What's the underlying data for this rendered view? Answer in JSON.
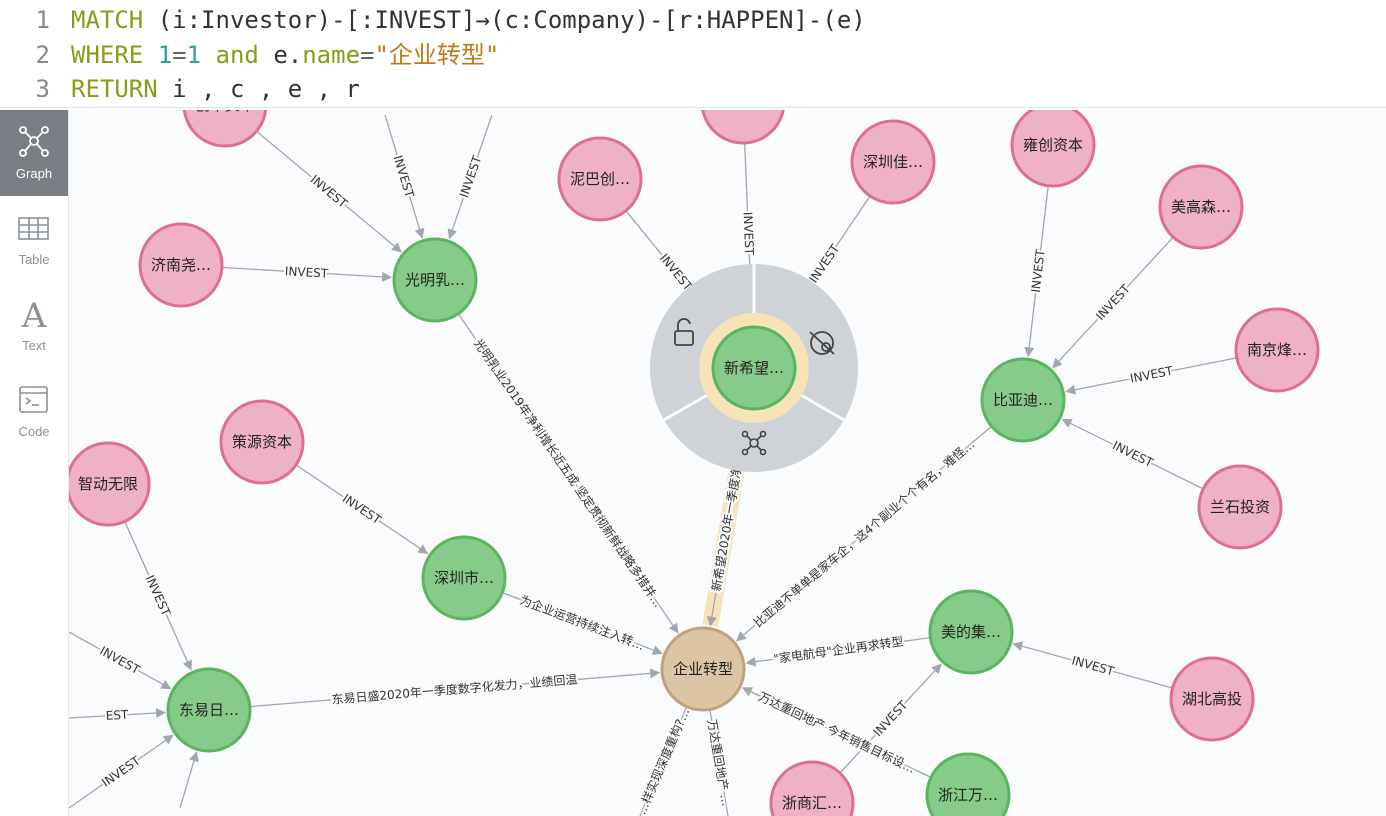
{
  "editor": {
    "lines": [
      {
        "num": "1",
        "tokens": [
          {
            "t": "MATCH",
            "c": "kw"
          },
          {
            "t": " (i:Investor)-[:INVEST]→(c:Company)-[r:HAPPEN]-(e)",
            "c": "txt"
          }
        ]
      },
      {
        "num": "2",
        "tokens": [
          {
            "t": "WHERE",
            "c": "kw"
          },
          {
            "t": " ",
            "c": "txt"
          },
          {
            "t": "1",
            "c": "num"
          },
          {
            "t": "=",
            "c": "eq"
          },
          {
            "t": "1",
            "c": "num"
          },
          {
            "t": " ",
            "c": "txt"
          },
          {
            "t": "and",
            "c": "kw"
          },
          {
            "t": " e.",
            "c": "txt"
          },
          {
            "t": "name",
            "c": "kw"
          },
          {
            "t": "=",
            "c": "eq"
          },
          {
            "t": "\"企业转型\"",
            "c": "str"
          }
        ]
      },
      {
        "num": "3",
        "tokens": [
          {
            "t": "RETURN",
            "c": "kw"
          },
          {
            "t": " i , c , e , r",
            "c": "txt"
          }
        ]
      }
    ]
  },
  "sidebar": {
    "items": [
      {
        "label": "Graph",
        "icon": "graph-icon",
        "active": true
      },
      {
        "label": "Table",
        "icon": "table-icon",
        "active": false
      },
      {
        "label": "Text",
        "icon": "text-icon",
        "active": false
      },
      {
        "label": "Code",
        "icon": "code-icon",
        "active": false
      }
    ]
  },
  "colors": {
    "investor_fill": "#eeb1c7",
    "investor_stroke": "#de6e93",
    "company_fill": "#87cb8a",
    "company_stroke": "#5ab55e",
    "event_fill": "#dcc5a5",
    "event_stroke": "#bfa27c",
    "edge": "#a2a7ad",
    "ring": "#cfd2d6",
    "halo": "#f7e3b8"
  },
  "graph": {
    "nodes": [
      {
        "id": "chuangzi",
        "label": "创丰资本",
        "type": "investor"
      },
      {
        "id": "topmid",
        "label": "",
        "type": "investor"
      },
      {
        "id": "jinan",
        "label": "济南尧…",
        "type": "investor"
      },
      {
        "id": "niba",
        "label": "泥巴创…",
        "type": "investor"
      },
      {
        "id": "szjia",
        "label": "深圳佳…",
        "type": "investor"
      },
      {
        "id": "yongchuang",
        "label": "雍创资本",
        "type": "investor"
      },
      {
        "id": "meigao",
        "label": "美高森…",
        "type": "investor"
      },
      {
        "id": "nanjing",
        "label": "南京烽…",
        "type": "investor"
      },
      {
        "id": "lanshi",
        "label": "兰石投资",
        "type": "investor"
      },
      {
        "id": "ceyuan",
        "label": "策源资本",
        "type": "investor"
      },
      {
        "id": "zhidong",
        "label": "智动无限",
        "type": "investor"
      },
      {
        "id": "hubei",
        "label": "湖北高投",
        "type": "investor"
      },
      {
        "id": "zheshang",
        "label": "浙商汇…",
        "type": "investor"
      },
      {
        "id": "guangming",
        "label": "光明乳…",
        "type": "company"
      },
      {
        "id": "xinxiwang",
        "label": "新希望…",
        "type": "company"
      },
      {
        "id": "biyadi",
        "label": "比亚迪…",
        "type": "company"
      },
      {
        "id": "szshi",
        "label": "深圳市…",
        "type": "company"
      },
      {
        "id": "meidi",
        "label": "美的集…",
        "type": "company"
      },
      {
        "id": "dongyi",
        "label": "东易日…",
        "type": "company"
      },
      {
        "id": "zhejiang",
        "label": "浙江万…",
        "type": "company"
      },
      {
        "id": "event",
        "label": "企业转型",
        "type": "event"
      }
    ],
    "edges": [
      {
        "from": "chuangzi",
        "to": "guangming",
        "label": "INVEST"
      },
      {
        "from": "offA",
        "to": "guangming",
        "label": "INVEST"
      },
      {
        "from": "offB",
        "to": "guangming",
        "label": "INVEST"
      },
      {
        "from": "jinan",
        "to": "guangming",
        "label": "INVEST"
      },
      {
        "from": "niba",
        "to": "xinxiwang",
        "label": "INVEST"
      },
      {
        "from": "topmid",
        "to": "xinxiwang",
        "label": "INVEST"
      },
      {
        "from": "szjia",
        "to": "xinxiwang",
        "label": "INVEST"
      },
      {
        "from": "yongchuang",
        "to": "biyadi",
        "label": "INVEST"
      },
      {
        "from": "meigao",
        "to": "biyadi",
        "label": "INVEST"
      },
      {
        "from": "nanjing",
        "to": "biyadi",
        "label": "INVEST"
      },
      {
        "from": "lanshi",
        "to": "biyadi",
        "label": "INVEST"
      },
      {
        "from": "ceyuan",
        "to": "szshi",
        "label": "INVEST"
      },
      {
        "from": "zhidong",
        "to": "dongyi",
        "label": "INVEST"
      },
      {
        "from": "offC",
        "to": "dongyi",
        "label": "INVEST"
      },
      {
        "from": "offD",
        "to": "dongyi",
        "label": "EST"
      },
      {
        "from": "offE",
        "to": "dongyi",
        "label": "INVEST"
      },
      {
        "from": "offF",
        "to": "dongyi",
        "label": ""
      },
      {
        "from": "hubei",
        "to": "meidi",
        "label": "INVEST"
      },
      {
        "from": "zheshang",
        "to": "meidi",
        "label": "INVEST"
      },
      {
        "from": "guangming",
        "to": "event",
        "label": "光明乳业2019年净利增长近五成 坚定贯彻新鲜战略多措并…"
      },
      {
        "from": "xinxiwang",
        "to": "event",
        "label": "新希望2020年一季度净利…",
        "highlight": true
      },
      {
        "from": "biyadi",
        "to": "event",
        "label": "比亚迪不单单是家车企，这4个副业个个有名，难怪…"
      },
      {
        "from": "szshi",
        "to": "event",
        "label": "为企业运营持续注入转…"
      },
      {
        "from": "meidi",
        "to": "event",
        "label": "\"家电航母\"企业再求转型"
      },
      {
        "from": "dongyi",
        "to": "event",
        "label": "东易日盛2020年一季度数字化发力，业绩回温"
      },
      {
        "from": "zhejiang",
        "to": "event",
        "label": "万达重回地产 今年销售目标设…"
      },
      {
        "from": "event",
        "to": "offG",
        "label": "万达重回地产 …"
      },
      {
        "from": "event",
        "to": "offH",
        "label": "…样实现深度重构?…"
      }
    ]
  }
}
